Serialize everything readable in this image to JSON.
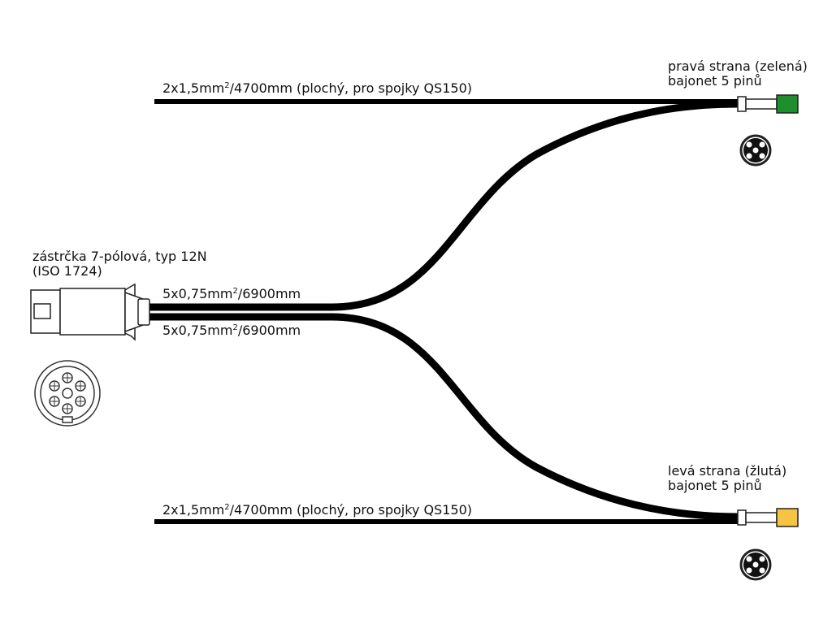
{
  "labels": {
    "flat_top": {
      "pre": "2x1,5mm",
      "sup": "2",
      "post": "/4700mm (plochý, pro spojky QS150)"
    },
    "flat_bottom": {
      "pre": "2x1,5mm",
      "sup": "2",
      "post": "/4700mm (plochý, pro spojky QS150)"
    },
    "plug_line1": "zástrčka 7-pólová, typ 12N",
    "plug_line2": "(ISO 1724)",
    "cable_upper": {
      "pre": "5x0,75mm",
      "sup": "2",
      "post": "/6900mm"
    },
    "cable_lower": {
      "pre": "5x0,75mm",
      "sup": "2",
      "post": "/6900mm"
    },
    "right_side_line1": "pravá  strana (zelená)",
    "right_side_line2": "bajonet 5 pinů",
    "left_side_line1": "levá  strana (žlutá)",
    "left_side_line2": "bajonet 5 pinů"
  },
  "colors": {
    "cable": "#000000",
    "connector_right": "#1e8f2a",
    "connector_left": "#f5c443"
  }
}
